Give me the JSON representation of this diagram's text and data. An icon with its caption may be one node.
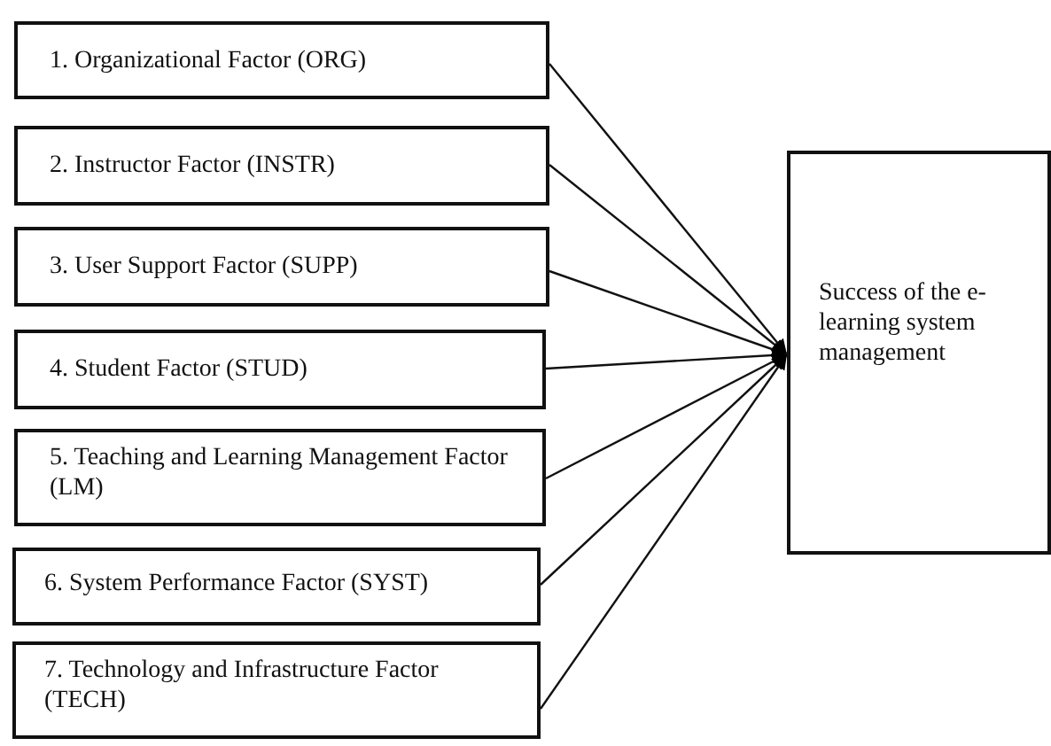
{
  "diagram": {
    "nodes": [
      {
        "text": [
          "1. Organizational Factor (ORG)"
        ]
      },
      {
        "text": [
          "2. Instructor Factor (INSTR)"
        ]
      },
      {
        "text": [
          "3. User Support Factor (SUPP)"
        ]
      },
      {
        "text": [
          "4. Student Factor (STUD)"
        ]
      },
      {
        "text": [
          "5. Teaching and Learning Management Factor (LM)"
        ]
      },
      {
        "text": [
          "6. System Performance Factor (SYST)"
        ]
      },
      {
        "text": [
          "7. Technology and Infrastructure Factor (TECH)"
        ]
      },
      {
        "text": [
          "Success of the e-learning system management"
        ]
      }
    ],
    "edges": [
      {
        "from": 0,
        "to": 7,
        "arrow": "to"
      },
      {
        "from": 1,
        "to": 7,
        "arrow": "to"
      },
      {
        "from": 2,
        "to": 7,
        "arrow": "to"
      },
      {
        "from": 3,
        "to": 7,
        "arrow": "to"
      },
      {
        "from": 4,
        "to": 7,
        "arrow": "to"
      },
      {
        "from": 5,
        "to": 7,
        "arrow": "to"
      },
      {
        "from": 6,
        "to": 7,
        "arrow": "to"
      }
    ]
  }
}
